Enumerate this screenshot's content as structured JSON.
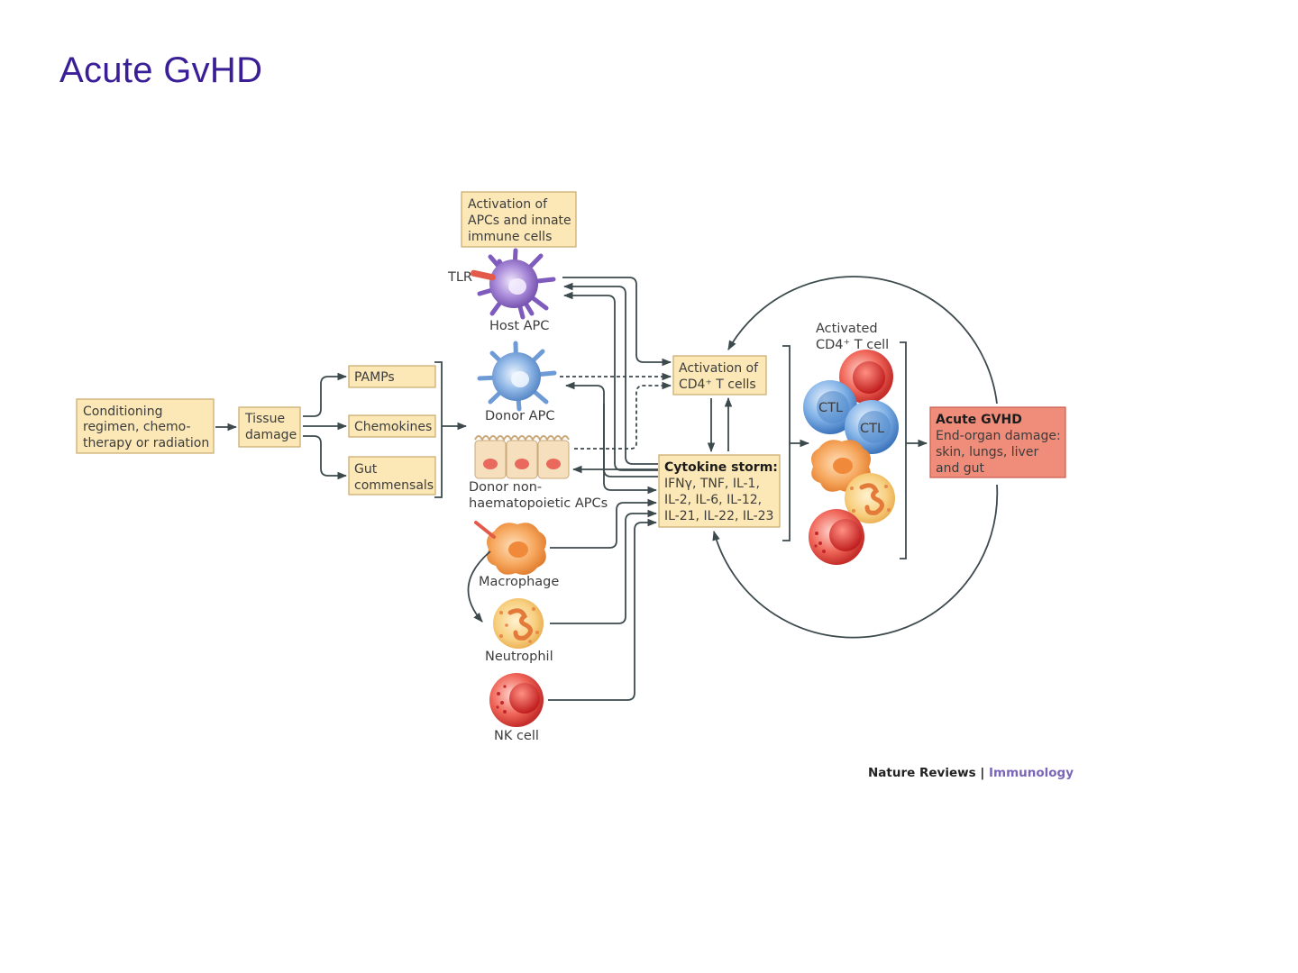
{
  "slide": {
    "title": "Acute GvHD"
  },
  "boxes": {
    "conditioning": [
      "Conditioning",
      "regimen, chemo-",
      "therapy or radiation"
    ],
    "tissue_damage": [
      "Tissue",
      "damage"
    ],
    "pamps": "PAMPs",
    "chemokines": "Chemokines",
    "gut_commensals": [
      "Gut",
      "commensals"
    ],
    "activation_apcs": [
      "Activation of",
      "APCs and innate",
      "immune cells"
    ],
    "activation_cd4": [
      "Activation of",
      "CD4⁺ T cells"
    ],
    "cytokine_storm_title": "Cytokine storm:",
    "cytokine_storm_lines": [
      "IFNγ, TNF, IL-1,",
      "IL-2, IL-6, IL-12,",
      "IL-21, IL-22, IL-23"
    ],
    "acute_gvhd_title": "Acute GVHD",
    "acute_gvhd_lines": [
      "End-organ damage:",
      "skin, lungs, liver",
      "and gut"
    ]
  },
  "cells": {
    "tlr": "TLR",
    "host_apc": "Host APC",
    "donor_apc": "Donor APC",
    "donor_nonhaem": [
      "Donor non-",
      "haematopoietic APCs"
    ],
    "macrophage": "Macrophage",
    "neutrophil": "Neutrophil",
    "nk_cell": "NK cell",
    "activated_cd4": [
      "Activated",
      "CD4⁺ T cell"
    ],
    "ctl_1": "CTL",
    "ctl_2": "CTL"
  },
  "credit": {
    "journal": "Nature Reviews",
    "separator": " | ",
    "section": "Immunology"
  },
  "colors": {
    "title": "#3a1e96",
    "box_fill": "#fbe8b6",
    "gvhd_fill": "#f08c7a",
    "lines": "#3d4a4d"
  }
}
